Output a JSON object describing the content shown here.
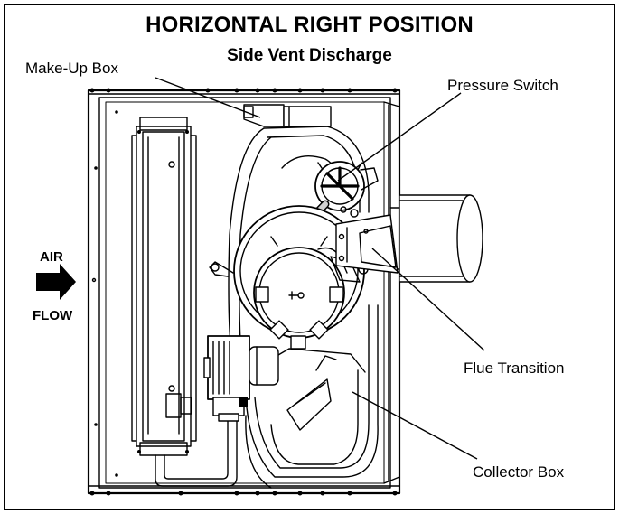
{
  "figure": {
    "title": "HORIZONTAL RIGHT POSITION",
    "subtitle": "Side Vent Discharge"
  },
  "callouts": {
    "make_up_box": "Make-Up Box",
    "pressure_switch": "Pressure Switch",
    "flue_transition": "Flue Transition",
    "collector_box": "Collector Box"
  },
  "airflow": {
    "top_label": "AIR",
    "bottom_label": "FLOW"
  },
  "colors": {
    "line": "#000000",
    "background": "#ffffff",
    "tube_fill": "#cfcfcf"
  }
}
